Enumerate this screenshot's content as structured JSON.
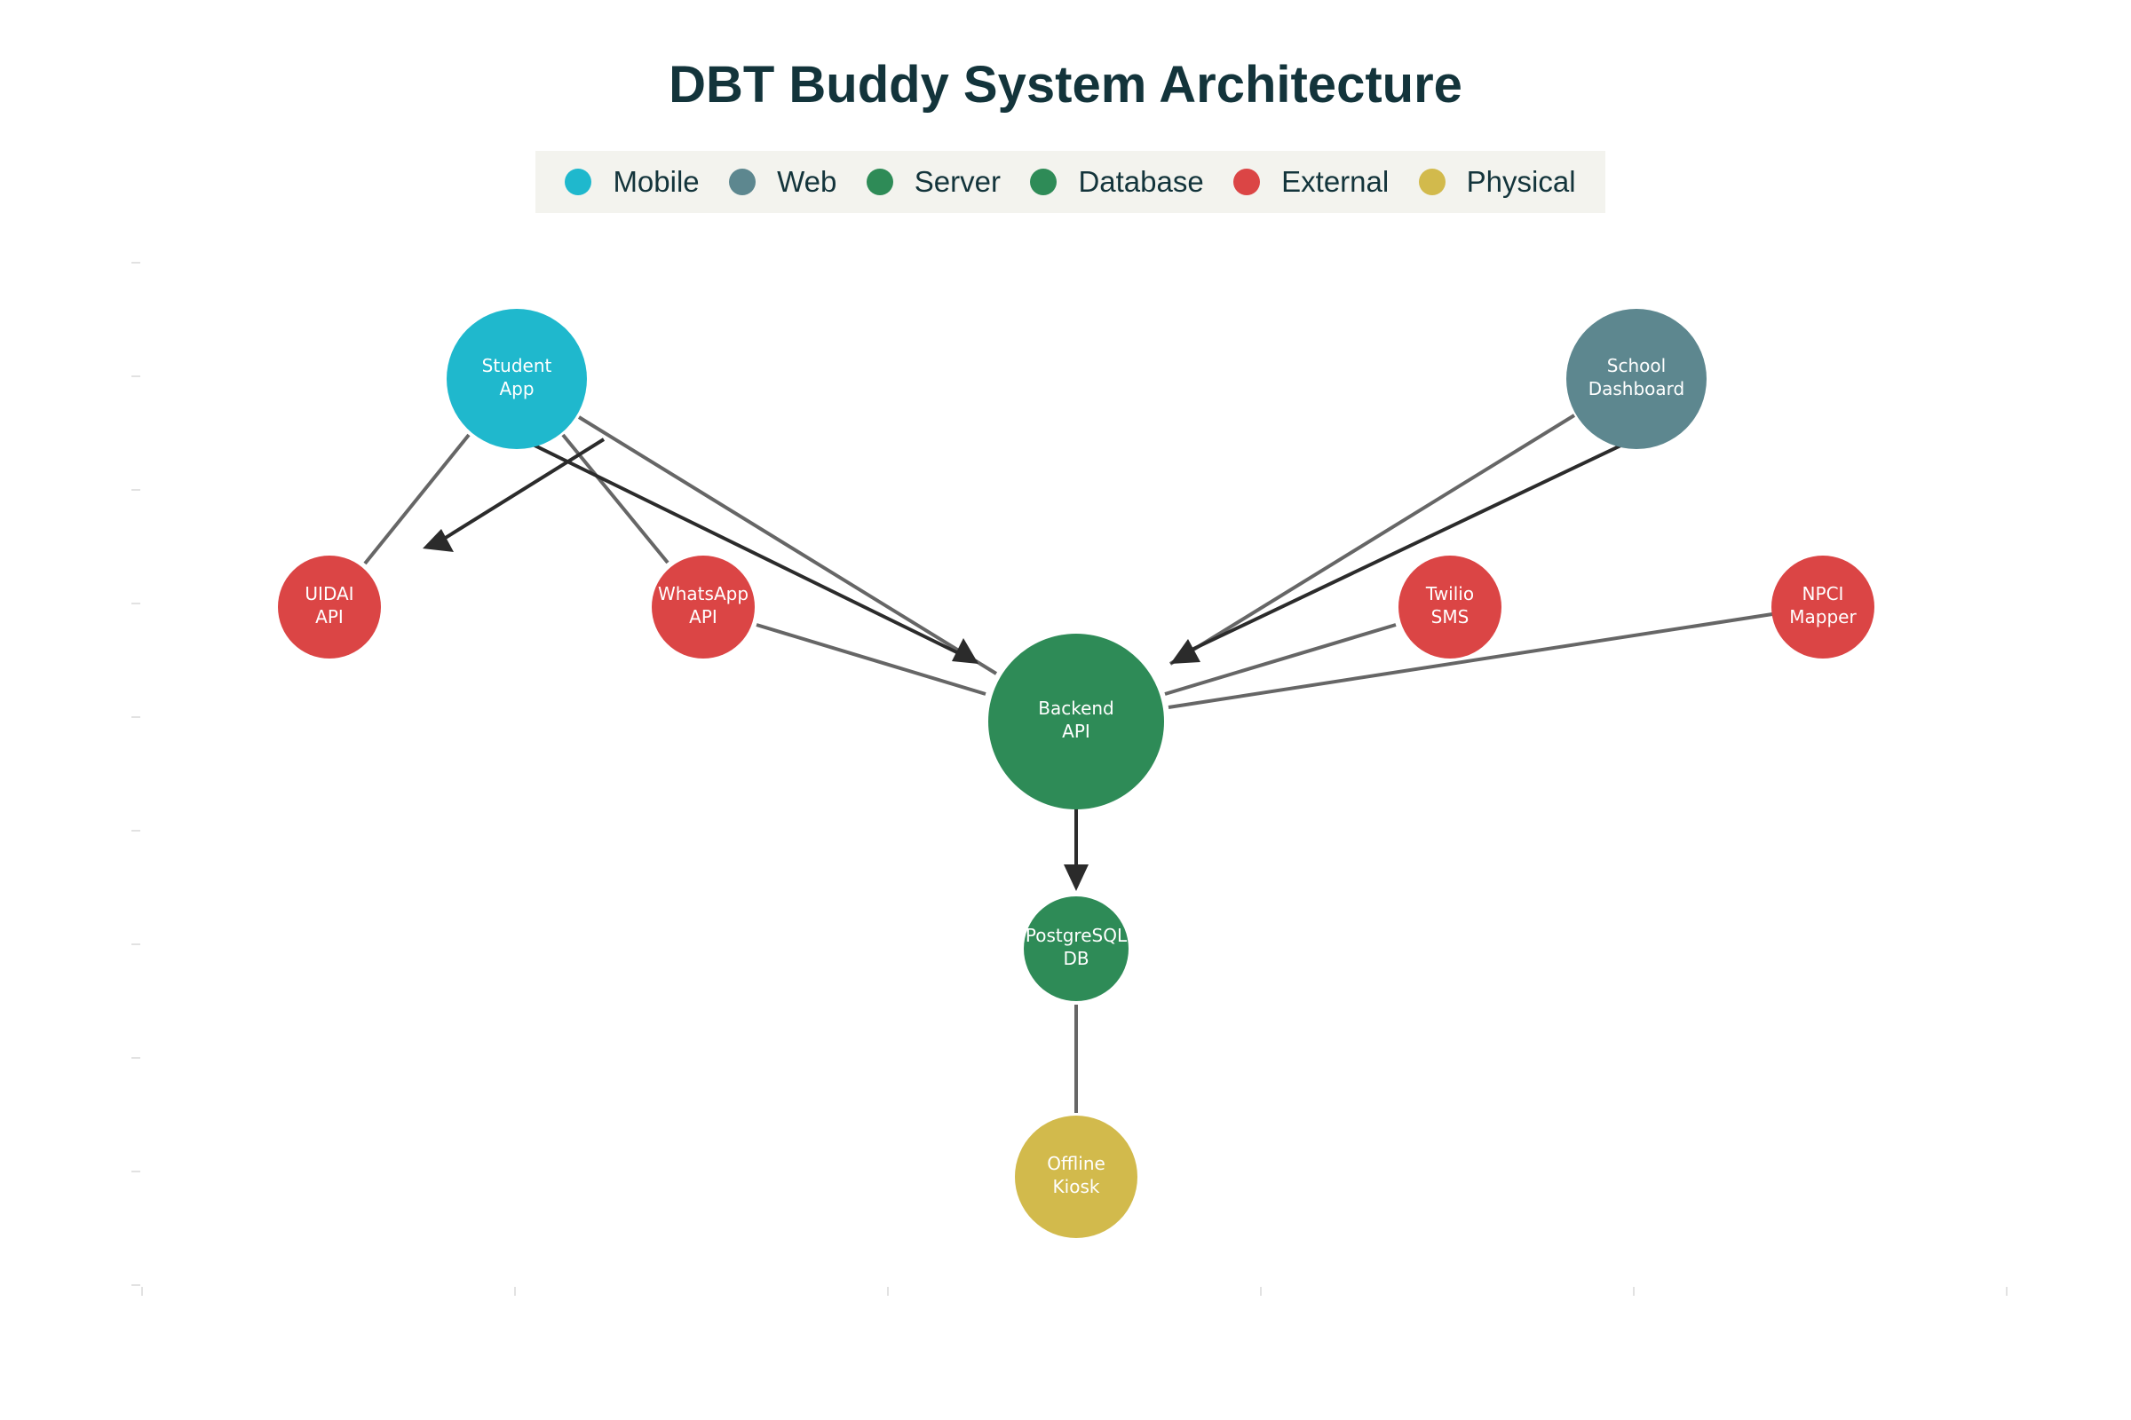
{
  "title": "DBT Buddy System Architecture",
  "legend": [
    {
      "label": "Mobile",
      "color": "#1fb8cd"
    },
    {
      "label": "Web",
      "color": "#5d878f"
    },
    {
      "label": "Server",
      "color": "#2e8b57"
    },
    {
      "label": "Database",
      "color": "#2e8b57"
    },
    {
      "label": "External",
      "color": "#db4545"
    },
    {
      "label": "Physical",
      "color": "#d2ba4c"
    }
  ],
  "nodes": {
    "student_app": {
      "line1": "Student",
      "line2": "App",
      "category": "Mobile"
    },
    "school_dashboard": {
      "line1": "School",
      "line2": "Dashboard",
      "category": "Web"
    },
    "uidai_api": {
      "line1": "UIDAI",
      "line2": "API",
      "category": "External"
    },
    "whatsapp_api": {
      "line1": "WhatsApp",
      "line2": "API",
      "category": "External"
    },
    "twilio_sms": {
      "line1": "Twilio",
      "line2": "SMS",
      "category": "External"
    },
    "npci_mapper": {
      "line1": "NPCI",
      "line2": "Mapper",
      "category": "External"
    },
    "backend_api": {
      "line1": "Backend",
      "line2": "API",
      "category": "Server"
    },
    "postgresql_db": {
      "line1": "PostgreSQL",
      "line2": "DB",
      "category": "Database"
    },
    "offline_kiosk": {
      "line1": "Offline",
      "line2": "Kiosk",
      "category": "Physical"
    }
  },
  "edges": [
    {
      "from": "student_app",
      "to": "uidai_api",
      "directed": false
    },
    {
      "from": "student_app",
      "to": "whatsapp_api",
      "directed": false
    },
    {
      "from": "student_app",
      "to": "backend_api",
      "directed": false
    },
    {
      "from": "student_app",
      "to": "backend_api",
      "directed": true
    },
    {
      "from": "student_app",
      "to": "uidai_api",
      "directed": true
    },
    {
      "from": "school_dashboard",
      "to": "backend_api",
      "directed": false
    },
    {
      "from": "school_dashboard",
      "to": "backend_api",
      "directed": true
    },
    {
      "from": "whatsapp_api",
      "to": "backend_api",
      "directed": false
    },
    {
      "from": "twilio_sms",
      "to": "backend_api",
      "directed": false
    },
    {
      "from": "npci_mapper",
      "to": "backend_api",
      "directed": false
    },
    {
      "from": "backend_api",
      "to": "postgresql_db",
      "directed": true
    },
    {
      "from": "postgresql_db",
      "to": "offline_kiosk",
      "directed": false
    }
  ]
}
